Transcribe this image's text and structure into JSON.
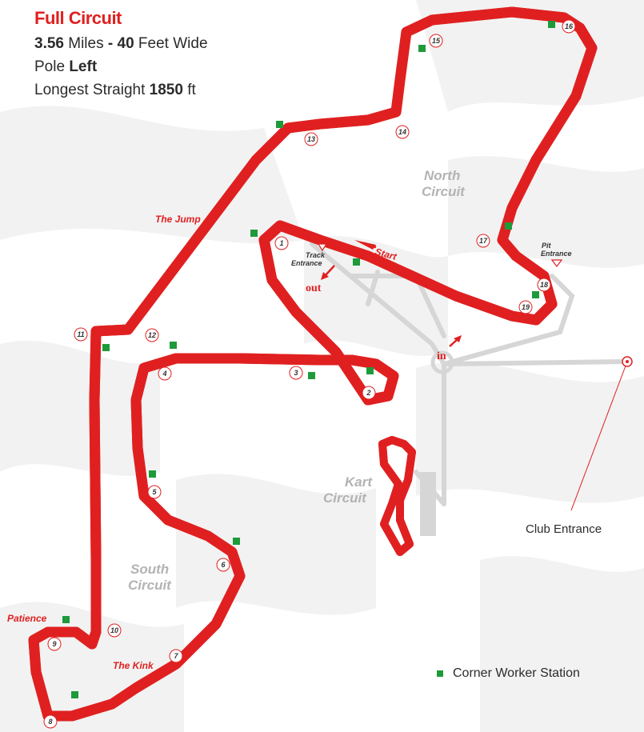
{
  "header": {
    "title": "Full Circuit",
    "length_value": "3.56",
    "length_unit": " Miles ",
    "width_value": "40",
    "width_unit": " Feet Wide",
    "pole_label": "Pole ",
    "pole_value": "Left",
    "straight_label": "Longest Straight ",
    "straight_value": "1850",
    "straight_unit": " ft"
  },
  "circuits": {
    "north": [
      "North",
      "Circuit"
    ],
    "south": [
      "South",
      "Circuit"
    ],
    "kart": [
      "Kart",
      "Circuit"
    ]
  },
  "labels": {
    "the_jump": "The Jump",
    "patience": "Patience",
    "the_kink": "The Kink",
    "track_entrance": [
      "Track",
      "Entrance"
    ],
    "pit_entrance": [
      "Pit",
      "Entrance"
    ],
    "start": "Start",
    "out": "out",
    "in": "in",
    "club_entrance": "Club Entrance"
  },
  "turns": [
    "1",
    "2",
    "3",
    "4",
    "5",
    "6",
    "7",
    "8",
    "9",
    "10",
    "11",
    "12",
    "13",
    "14",
    "15",
    "16",
    "17",
    "18",
    "19"
  ],
  "legend": {
    "corner_worker": "Corner Worker Station"
  },
  "colors": {
    "accent_red": "#e02020",
    "station_green": "#1e9a3a",
    "track_gray": "#b9b9b9"
  }
}
